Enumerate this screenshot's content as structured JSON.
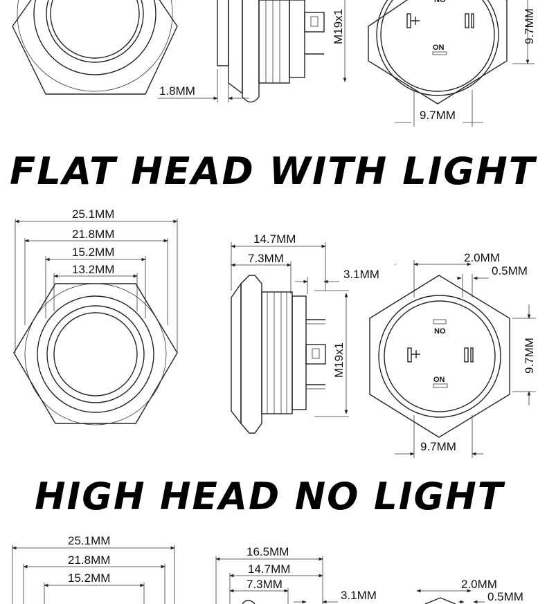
{
  "section1": {
    "dims": {
      "d_18": "1.8MM",
      "thread": "M19x1",
      "v_97": "9.7MM",
      "h_97": "9.7MM"
    },
    "terminals": {
      "on": "ON",
      "no": "NO"
    }
  },
  "heading1": "FLAT HEAD WITH LIGHT",
  "section2": {
    "dims": {
      "d_251": "25.1MM",
      "d_218": "21.8MM",
      "d_152": "15.2MM",
      "d_132": "13.2MM",
      "d_147": "14.7MM",
      "d_73": "7.3MM",
      "d_31": "3.1MM",
      "thread": "M19x1",
      "d_20": "2.0MM",
      "d_05": "0.5MM",
      "v_97": "9.7MM",
      "h_97": "9.7MM"
    },
    "terminals": {
      "on": "ON",
      "no": "NO"
    }
  },
  "heading2": "HIGH HEAD NO LIGHT",
  "section3": {
    "dims": {
      "d_251": "25.1MM",
      "d_218": "21.8MM",
      "d_152": "15.2MM",
      "d_165": "16.5MM",
      "d_147": "14.7MM",
      "d_73": "7.3MM",
      "d_31": "3.1MM",
      "d_20": "2.0MM",
      "d_05": "0.5MM"
    }
  }
}
